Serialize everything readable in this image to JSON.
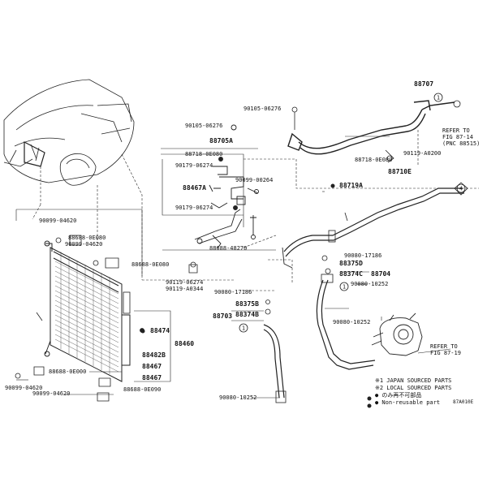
{
  "labels": [
    {
      "text": "88707"
    },
    {
      "text": "90105-06276"
    },
    {
      "text": "90105-06276"
    },
    {
      "text": "88705A"
    },
    {
      "text": "88718-0E080"
    },
    {
      "text": "90179-06274"
    },
    {
      "text": "88467A"
    },
    {
      "text": "90179-06274"
    },
    {
      "text": "90099-00264"
    },
    {
      "text": "88718-0E080"
    },
    {
      "text": "90119-A0200"
    },
    {
      "text": "88710E"
    },
    {
      "text": "88719A"
    },
    {
      "text": "REFER TO"
    },
    {
      "text": "FIG 87-14"
    },
    {
      "text": "(PNC 88515)"
    },
    {
      "text": "90099-04620"
    },
    {
      "text": "88688-0E080"
    },
    {
      "text": "90099-04620"
    },
    {
      "text": "88688-0E080"
    },
    {
      "text": "88688-48270"
    },
    {
      "text": "90080-17186"
    },
    {
      "text": "88375D"
    },
    {
      "text": "88374C"
    },
    {
      "text": "88704"
    },
    {
      "text": "90080-10252"
    },
    {
      "text": "90119-06274"
    },
    {
      "text": "90119-A0344"
    },
    {
      "text": "90080-17186"
    },
    {
      "text": "88375B"
    },
    {
      "text": "88374B"
    },
    {
      "text": "88703"
    },
    {
      "text": "88474"
    },
    {
      "text": "88460"
    },
    {
      "text": "88482B"
    },
    {
      "text": "88467"
    },
    {
      "text": "88467"
    },
    {
      "text": "90080-10252"
    },
    {
      "text": "REFER TO"
    },
    {
      "text": "FIG 87-19"
    },
    {
      "text": "88688-0E000"
    },
    {
      "text": "90099-04620"
    },
    {
      "text": "90099-04620"
    },
    {
      "text": "88688-0E090"
    },
    {
      "text": "90080-10252"
    }
  ],
  "legend": {
    "line1": "※1 JAPAN SOURCED PARTS",
    "line2": "※2 LOCAL SOURCED PARTS",
    "line3": "● のみ再不可部品",
    "line4": "● Non-reusable part",
    "code": "87A010E"
  },
  "callouts": [
    "1",
    "1",
    "1",
    "4",
    "4"
  ]
}
